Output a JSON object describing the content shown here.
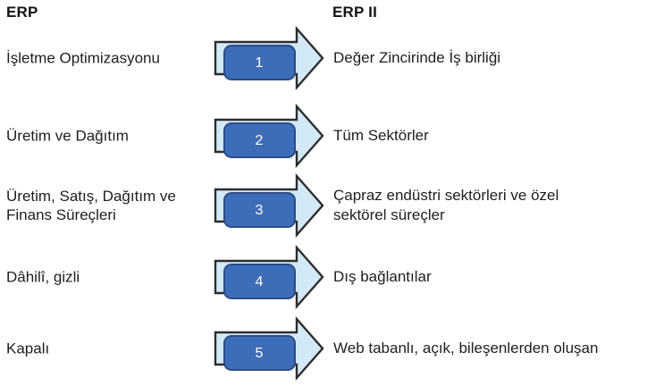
{
  "headers": {
    "left": "ERP",
    "right": "ERP II"
  },
  "rows": [
    {
      "number": "1",
      "left": "İşletme Optimizasyonu",
      "right": "Değer Zincirinde İş birliği"
    },
    {
      "number": "2",
      "left": "Üretim ve Dağıtım",
      "right": "Tüm Sektörler"
    },
    {
      "number": "3",
      "left": "Üretim, Satış, Dağıtım ve\nFinans Süreçleri",
      "right": "Çapraz endüstri sektörleri ve özel\nsektörel süreçler"
    },
    {
      "number": "4",
      "left": "Dâhilî, gizli",
      "right": "Dış bağlantılar"
    },
    {
      "number": "5",
      "left": "Kapalı",
      "right": "Web tabanlı, açık, bileşenlerden oluşan"
    }
  ],
  "colors": {
    "arrow_fill": "#d4e9f6",
    "arrow_outline": "#2d2d2d",
    "badge_fill": "#3e6db8",
    "badge_border": "#2b4c87",
    "badge_text": "#ffffff",
    "label_text": "#1e1e1e",
    "background": "#ffffff"
  }
}
